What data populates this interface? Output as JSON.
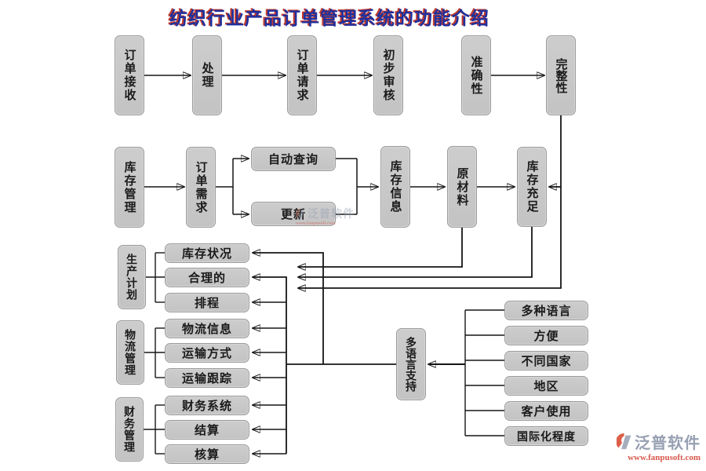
{
  "title": "纺织行业产品订单管理系统的功能介绍",
  "flow1": {
    "order_receive": "订单接收",
    "process": "处理",
    "order_request": "订单请求",
    "initial_review": "初步审核",
    "accuracy": "准确性",
    "completeness": "完整性"
  },
  "flow2": {
    "inventory_mgmt": "库存管理",
    "order_demand": "订单需求",
    "auto_query": "自动查询",
    "update": "更新",
    "inventory_info": "库存信息",
    "raw_material": "原材料",
    "inventory_sufficient": "库存充足"
  },
  "production": {
    "label": "生产计划",
    "items": [
      "库存状况",
      "合理的",
      "排程"
    ]
  },
  "logistics": {
    "label": "物流管理",
    "items": [
      "物流信息",
      "运输方式",
      "运输跟踪"
    ]
  },
  "finance": {
    "label": "财务管理",
    "items": [
      "财务系统",
      "结算",
      "核算"
    ]
  },
  "multilang": {
    "hub": "多语言支持",
    "items": [
      "多种语言",
      "方便",
      "不同国家",
      "地区",
      "客户使用",
      "国际化程度"
    ]
  },
  "watermark": {
    "brand": "泛普软件",
    "url": "www.fanpusoft.com"
  },
  "colors": {
    "box_fill": "#c6c6c6",
    "box_border": "#9c9c9c",
    "line": "#161616",
    "title_text": "#20309c",
    "title_shadow": "#c23b2e",
    "watermark_brand": "#97a0b2",
    "watermark_url": "#d9574a"
  }
}
